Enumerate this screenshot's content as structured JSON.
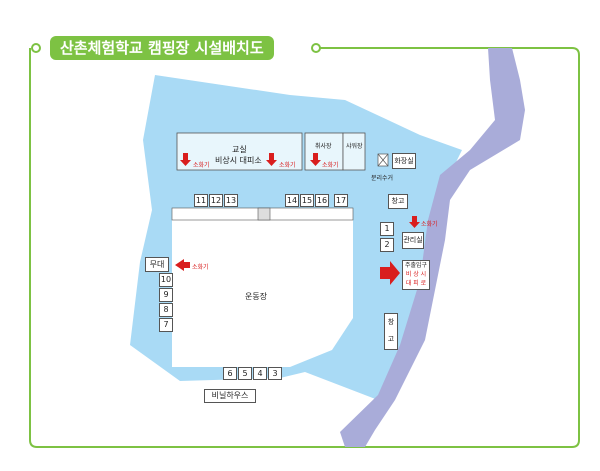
{
  "title": "산촌체험학교 캠핑장 시설배치도",
  "colors": {
    "frame": "#7dc243",
    "ground": "#a9daf5",
    "river": "#a9acd9",
    "field": "#ffffff",
    "alert": "#d91e1e"
  },
  "buildings": {
    "classroom": "교실",
    "classroom_evac": "비상시 대피소",
    "cooking": "취사장",
    "shower": "샤워장",
    "toilet": "화장실",
    "recycling": "분리수거",
    "storage_top": "창고",
    "office": "관리실",
    "stage": "무대",
    "field": "운동장",
    "greenhouse": "비닐하우스",
    "entrance": "주출입구",
    "entrance_evac_1": "비 상 시",
    "entrance_evac_2": "대 피 로",
    "storage_right_1": "창",
    "storage_right_2": "고"
  },
  "extinguisher": "소화기",
  "sites": {
    "top": [
      "11",
      "12",
      "13",
      "14",
      "15",
      "16",
      "17"
    ],
    "right": [
      "1",
      "2"
    ],
    "left": [
      "10",
      "9",
      "8",
      "7"
    ],
    "bottom": [
      "6",
      "5",
      "4",
      "3"
    ]
  }
}
